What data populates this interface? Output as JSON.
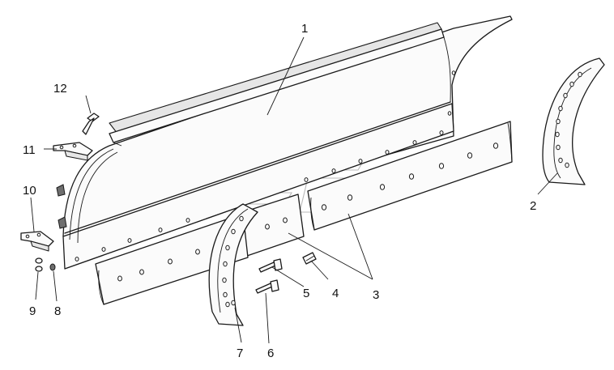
{
  "callouts": [
    {
      "id": "c1",
      "label": "1"
    },
    {
      "id": "c2",
      "label": "2"
    },
    {
      "id": "c3",
      "label": "3"
    },
    {
      "id": "c4",
      "label": "4"
    },
    {
      "id": "c5",
      "label": "5"
    },
    {
      "id": "c6",
      "label": "6"
    },
    {
      "id": "c7",
      "label": "7"
    },
    {
      "id": "c8",
      "label": "8"
    },
    {
      "id": "c9",
      "label": "9"
    },
    {
      "id": "c10",
      "label": "10"
    },
    {
      "id": "c11",
      "label": "11"
    },
    {
      "id": "c12",
      "label": "12"
    }
  ],
  "colors": {
    "line": "#1a1a1a",
    "background": "#ffffff",
    "watermark": "#b9b9b9"
  }
}
